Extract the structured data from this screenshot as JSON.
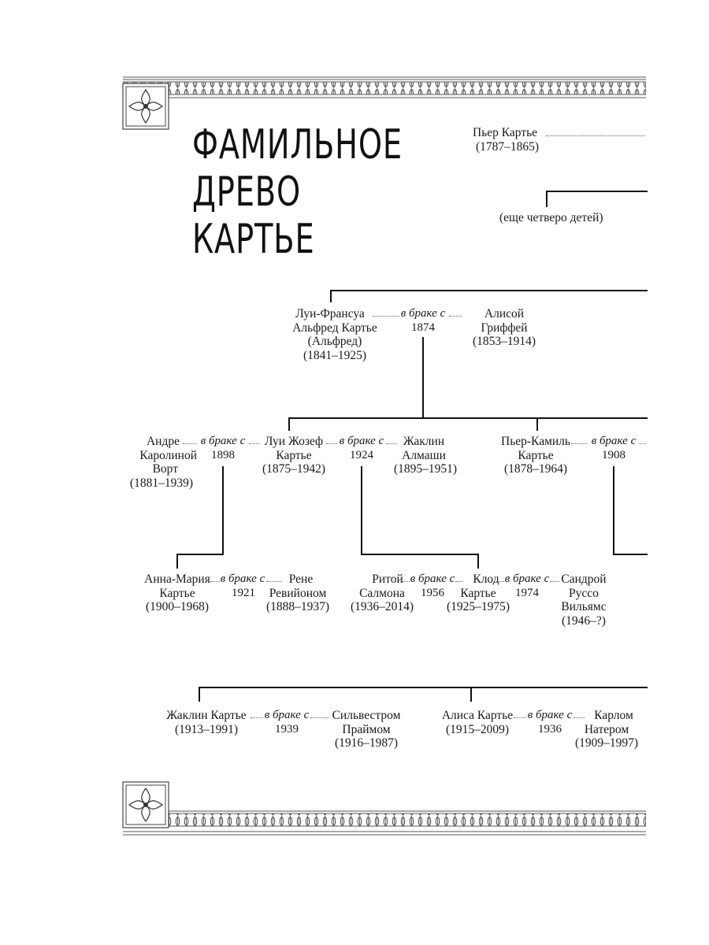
{
  "title": {
    "line1": "Фамильное",
    "line2": "древо Картье"
  },
  "marriage_label": "в браке с",
  "people": {
    "pierre_senior": {
      "name": "Пьер Картье",
      "years": "(1787–1865)"
    },
    "other_children": "(еще четверо детей)",
    "alfred": {
      "line1": "Луи-Франсуа",
      "line2": "Альфред Картье",
      "line3": "(Альфред)",
      "years": "(1841–1925)"
    },
    "alfred_year": "1874",
    "alice": {
      "line1": "Алисой",
      "line2": "Гриффей",
      "years": "(1853–1914)"
    },
    "andree": {
      "line1": "Андре",
      "line2": "Каролиной",
      "line3": "Ворт",
      "years": "(1881–1939)"
    },
    "louis_andree_year": "1898",
    "louis": {
      "line1": "Луи Жозеф",
      "line2": "Картье",
      "years": "(1875–1942)"
    },
    "louis_jacqueline_year": "1924",
    "jacqueline_almasy": {
      "line1": "Жаклин",
      "line2": "Алмаши",
      "years": "(1895–1951)"
    },
    "pierre_camille": {
      "line1": "Пьер-Камиль",
      "line2": "Картье",
      "years": "(1878–1964)"
    },
    "pierre_camille_year": "1908",
    "anne_marie": {
      "line1": "Анна-Мария",
      "line2": "Картье",
      "years": "(1900–1968)"
    },
    "anne_marie_year": "1921",
    "rene": {
      "line1": "Рене",
      "line2": "Ревийоном",
      "years": "(1888–1937)"
    },
    "rita": {
      "line1": "Ритой",
      "line2": "Салмона",
      "years": "(1936–2014)"
    },
    "rita_claude_year": "1956",
    "claude": {
      "line1": "Клод",
      "line2": "Картье",
      "years": "(1925–1975)"
    },
    "claude_sandra_year": "1974",
    "sandra": {
      "line1": "Сандрой",
      "line2": "Руссо",
      "line3": "Вильямс",
      "years": "(1946–?)"
    },
    "jacqueline_cartier": {
      "line1": "Жаклин Картье",
      "years": "(1913–1991)"
    },
    "jacqueline_sylvestre_year": "1939",
    "sylvestre": {
      "line1": "Сильвестром",
      "line2": "Праймом",
      "years": "(1916–1987)"
    },
    "alice_cartier": {
      "line1": "Алиса Картье",
      "years": "(1915–2009)"
    },
    "alice_carl_year": "1936",
    "carl": {
      "line1": "Карлом",
      "line2": "Натером",
      "years": "(1909–1997)"
    }
  }
}
